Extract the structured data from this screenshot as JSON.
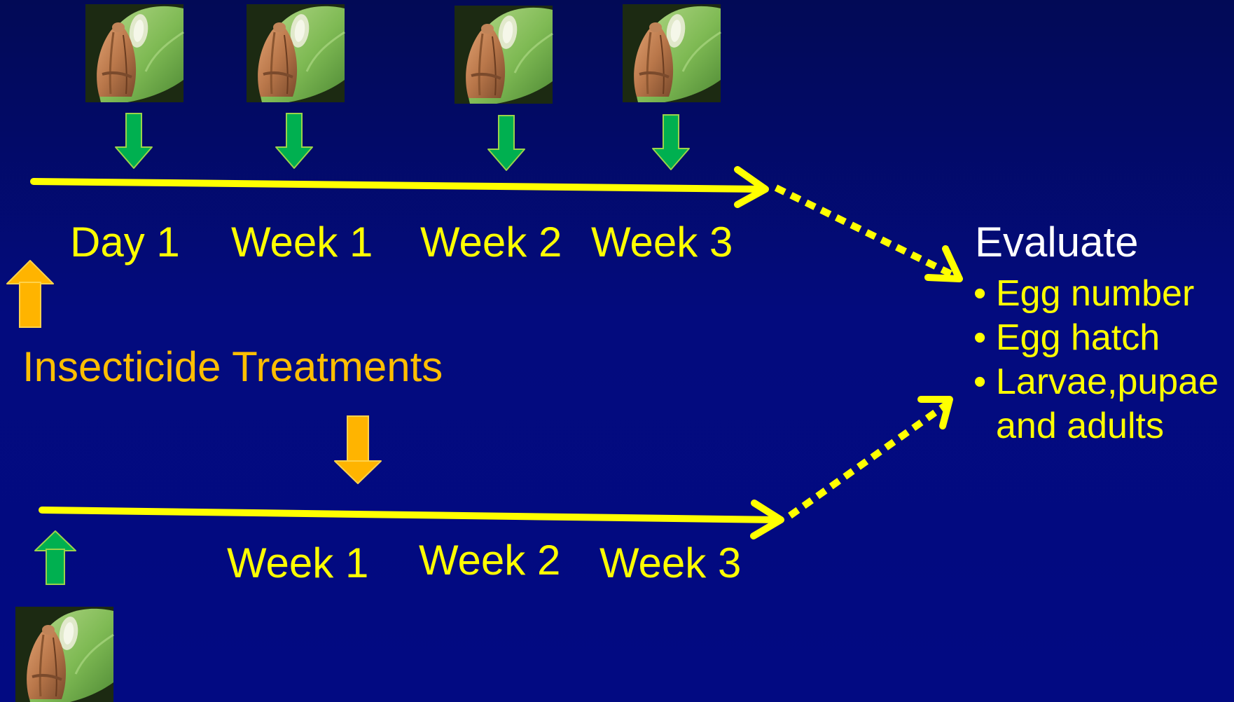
{
  "upper_timeline": {
    "labels": [
      "Day 1",
      "Week 1",
      "Week 2",
      "Week 3"
    ]
  },
  "treatment_label": "Insecticide Treatments",
  "lower_timeline": {
    "labels": [
      "Week 1",
      "Week 2",
      "Week 3"
    ]
  },
  "evaluate": {
    "heading": "Evaluate",
    "items": [
      "Egg number",
      "Egg hatch",
      "Larvae,pupae and adults"
    ]
  },
  "colors": {
    "background": "#030b7e",
    "timeline": "#ffff00",
    "treatment_arrow": "#ffbe00",
    "moth_arrow": "#00b050",
    "heading_text": "#ffffff"
  },
  "icons": [
    "moth-on-leaf-icon",
    "down-arrow-icon",
    "up-arrow-icon"
  ]
}
